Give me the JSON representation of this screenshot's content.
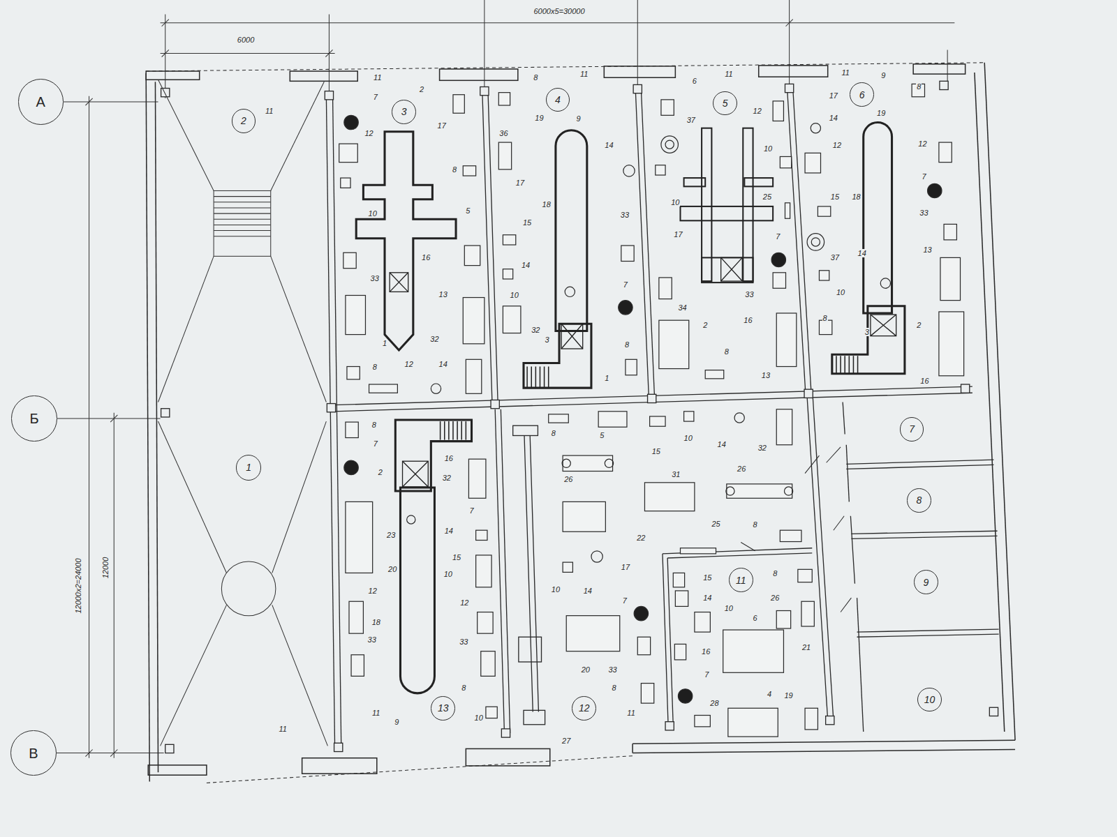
{
  "diagram": {
    "nodes": [
      {
        "text": [
          "А"
        ]
      },
      {
        "text": [
          "2"
        ]
      },
      {
        "text": [
          "3"
        ]
      },
      {
        "text": [
          "4"
        ]
      },
      {
        "text": [
          "5"
        ]
      },
      {
        "text": [
          "6"
        ]
      },
      {
        "text": [
          "Б"
        ]
      },
      {
        "text": [
          "1"
        ]
      },
      {
        "text": [
          "7"
        ]
      },
      {
        "text": [
          "8"
        ]
      },
      {
        "text": [
          "11"
        ]
      },
      {
        "text": [
          "9"
        ]
      },
      {
        "text": [
          "13"
        ]
      },
      {
        "text": [
          "12"
        ]
      },
      {
        "text": [
          "10"
        ]
      },
      {
        "text": [
          "В"
        ]
      }
    ],
    "labels": [
      "6000x5=30000",
      "6000",
      "12000x2=24000",
      "12000",
      "11",
      "11",
      "7",
      "2",
      "12",
      "17",
      "8",
      "10",
      "5",
      "33",
      "16",
      "13",
      "1",
      "32",
      "8",
      "12",
      "14",
      "8",
      "11",
      "19",
      "9",
      "36",
      "14",
      "17",
      "18",
      "15",
      "33",
      "14",
      "10",
      "7",
      "32",
      "3",
      "8",
      "1",
      "6",
      "11",
      "37",
      "12",
      "10",
      "25",
      "10",
      "17",
      "7",
      "34",
      "33",
      "2",
      "16",
      "8",
      "13",
      "11",
      "9",
      "8",
      "17",
      "14",
      "19",
      "12",
      "12",
      "15",
      "18",
      "7",
      "33",
      "37",
      "14",
      "13",
      "10",
      "8",
      "3",
      "2",
      "16",
      "8",
      "7",
      "2",
      "16",
      "32",
      "7",
      "23",
      "14",
      "20",
      "15",
      "10",
      "12",
      "12",
      "18",
      "33",
      "33",
      "8",
      "9",
      "11",
      "11",
      "10",
      "8",
      "5",
      "15",
      "10",
      "14",
      "32",
      "26",
      "31",
      "26",
      "22",
      "25",
      "8",
      "17",
      "10",
      "14",
      "7",
      "20",
      "33",
      "8",
      "11",
      "27",
      "15",
      "8",
      "14",
      "10",
      "26",
      "6",
      "16",
      "21",
      "7",
      "28",
      "4",
      "19"
    ]
  }
}
